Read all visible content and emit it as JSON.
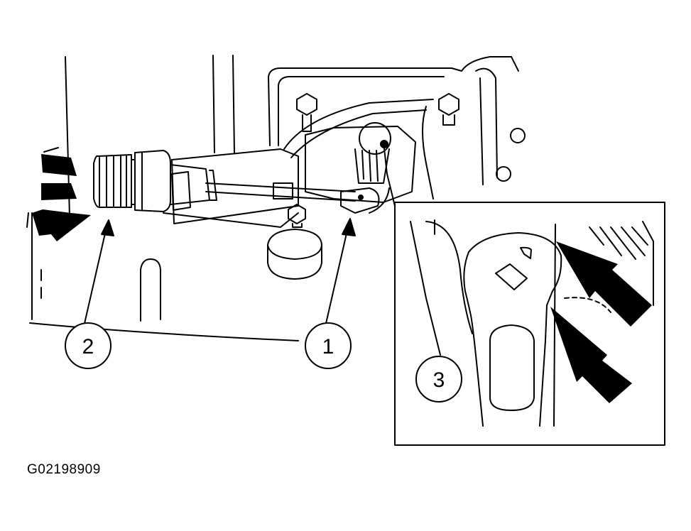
{
  "callouts": {
    "c1": "1",
    "c2": "2",
    "c3": "3"
  },
  "figure_id": "G02198909",
  "colors": {
    "ink": "#000000",
    "paper": "#ffffff"
  }
}
